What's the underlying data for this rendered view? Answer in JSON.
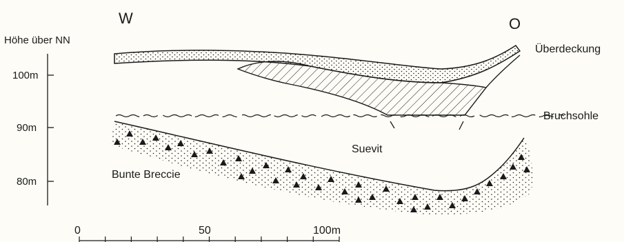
{
  "compass": {
    "west": "W",
    "east": "O"
  },
  "elevation_axis": {
    "title": "Höhe über NN",
    "ticks": [
      {
        "label": "100m",
        "value": 100
      },
      {
        "label": "90m",
        "value": 90
      },
      {
        "label": "80m",
        "value": 80
      }
    ]
  },
  "layers": {
    "overburden": "Überdeckung",
    "quarry_floor": "Bruchsohle",
    "suevite": "Suevit",
    "breccia": "Bunte Breccie"
  },
  "scale_bar": {
    "labels": [
      "0",
      "50",
      "100m"
    ],
    "values": [
      0,
      50,
      100
    ]
  },
  "colors": {
    "ink": "#1a1a1a",
    "paper": "#fdfcf6"
  }
}
